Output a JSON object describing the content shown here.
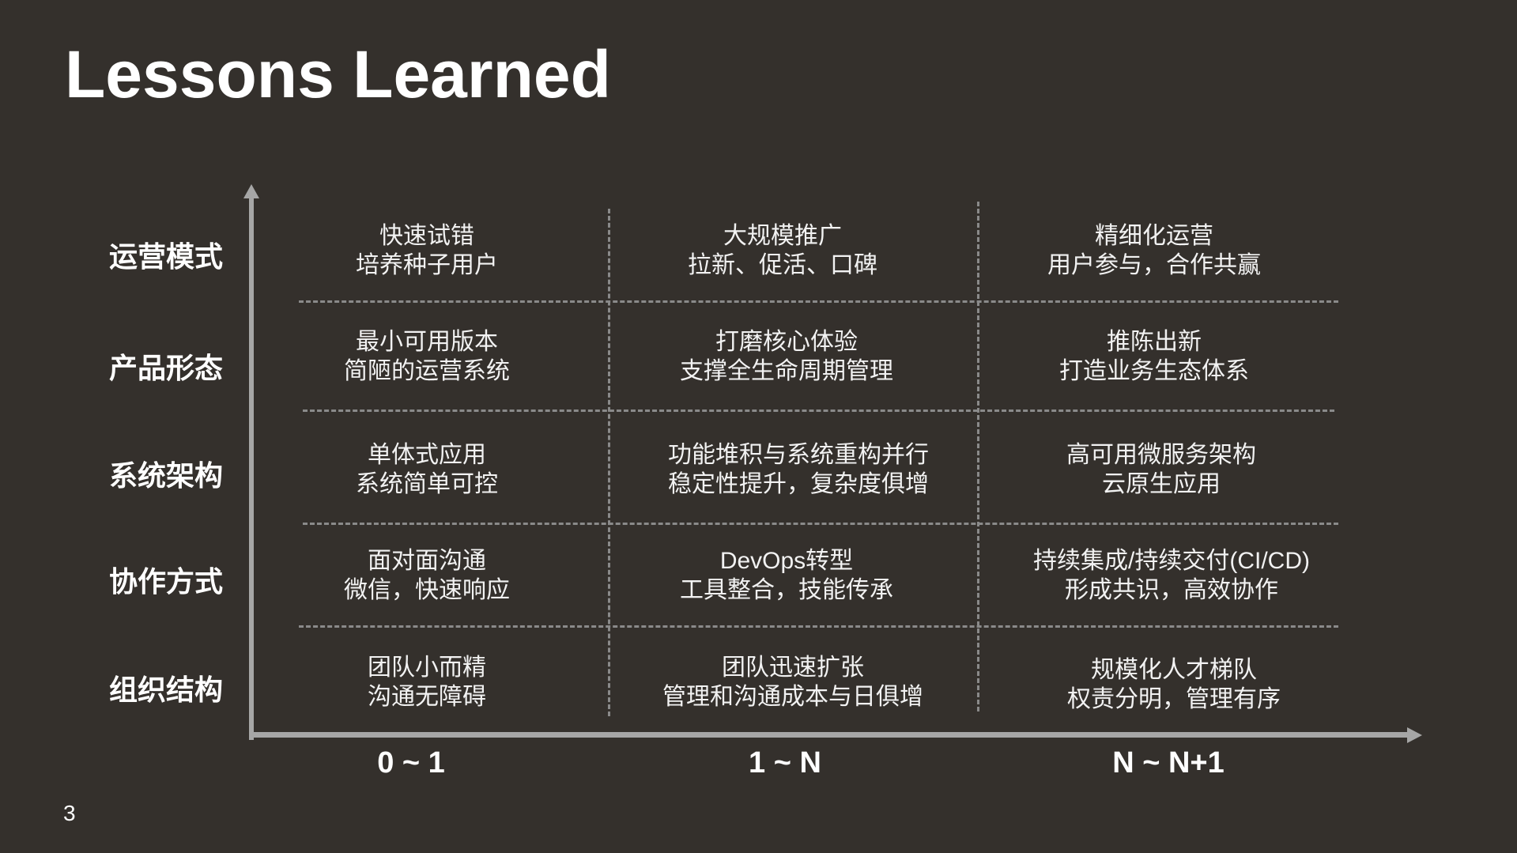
{
  "slide": {
    "title": "Lessons Learned",
    "page_number": "3"
  },
  "diagram": {
    "columns": [
      "0 ~ 1",
      "1 ~ N",
      "N ~ N+1"
    ],
    "rows": [
      {
        "label": "运营模式",
        "cells": [
          [
            "快速试错",
            "培养种子用户"
          ],
          [
            "大规模推广",
            "拉新、促活、口碑"
          ],
          [
            "精细化运营",
            "用户参与，合作共赢"
          ]
        ]
      },
      {
        "label": "产品形态",
        "cells": [
          [
            "最小可用版本",
            "简陋的运营系统"
          ],
          [
            "打磨核心体验",
            "支撑全生命周期管理"
          ],
          [
            "推陈出新",
            "打造业务生态体系"
          ]
        ]
      },
      {
        "label": "系统架构",
        "cells": [
          [
            "单体式应用",
            "系统简单可控"
          ],
          [
            "功能堆积与系统重构并行",
            "稳定性提升，复杂度俱增"
          ],
          [
            "高可用微服务架构",
            "云原生应用"
          ]
        ]
      },
      {
        "label": "协作方式",
        "cells": [
          [
            "面对面沟通",
            "微信，快速响应"
          ],
          [
            "DevOps转型",
            "工具整合，技能传承"
          ],
          [
            "持续集成/持续交付(CI/CD)",
            "形成共识，高效协作"
          ]
        ]
      },
      {
        "label": "组织结构",
        "cells": [
          [
            "团队小而精",
            "沟通无障碍"
          ],
          [
            "团队迅速扩张",
            "管理和沟通成本与日俱增"
          ],
          [
            "规模化人才梯队",
            "权责分明，管理有序"
          ]
        ]
      }
    ],
    "colors": {
      "background": "#34302c",
      "axis": "#a6a6a6",
      "grid_dash": "#8a8a8a",
      "text": "#ffffff"
    }
  }
}
